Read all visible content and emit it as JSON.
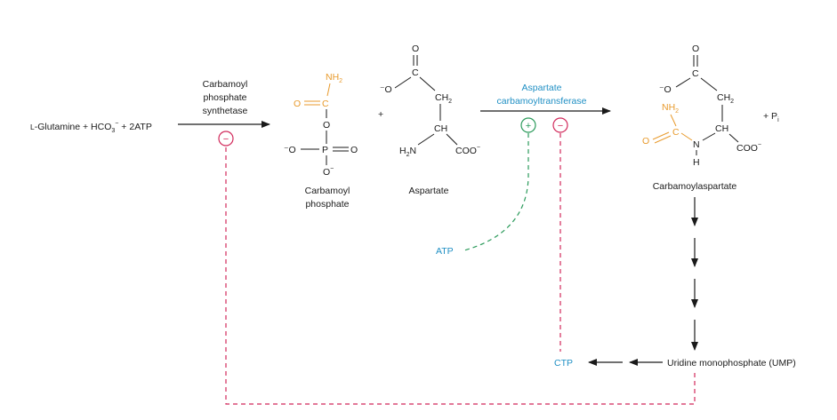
{
  "colors": {
    "text": "#1a1a1a",
    "carbamoyl": "#e89a2c",
    "enzyme": "#1f8fc4",
    "activate": "#2a9a5a",
    "inhibit": "#d1285a"
  },
  "reactants": {
    "glutamine_prefix": "L",
    "glutamine_rest": "-Glutamine + HCO",
    "hco3_sub": "3",
    "hco3_sup": "−",
    "atp_part": " + 2ATP"
  },
  "enzyme1": {
    "line1": "Carbamoyl",
    "line2": "phosphate",
    "line3": "synthetase"
  },
  "enzyme2": {
    "line1": "Aspartate",
    "line2": "carbamoyltransferase"
  },
  "carbamoyl_phosphate": {
    "label_line1": "Carbamoyl",
    "label_line2": "phosphate",
    "nh2": "NH",
    "nh2_sub": "2",
    "o_dbl": "O",
    "c": "C",
    "o_link": "O",
    "p": "P",
    "o_left": "⁻O",
    "o_right": "O",
    "o_bottom": "O",
    "o_bottom_sup": "−"
  },
  "plus_sign": "+",
  "aspartate": {
    "label": "Aspartate",
    "o_top": "O",
    "c_top": "C",
    "o_left": "⁻O",
    "ch2": "CH",
    "ch2_sub": "2",
    "ch": "CH",
    "h2n": "H",
    "h2n_sub": "2",
    "h2n_n": "N",
    "coo": "COO",
    "coo_sup": "−"
  },
  "carbamoylaspartate": {
    "label": "Carbamoylaspartate",
    "o_top": "O",
    "c_top": "C",
    "o_left": "⁻O",
    "ch2": "CH",
    "ch2_sub": "2",
    "nh2": "NH",
    "nh2_sub": "2",
    "o": "O",
    "c": "C",
    "n": "N",
    "h": "H",
    "ch": "CH",
    "coo": "COO",
    "coo_sup": "−"
  },
  "pi": {
    "prefix": "+ P",
    "sub": "i"
  },
  "regulators": {
    "plus_symbol": "+",
    "minus_symbol": "−",
    "atp": "ATP",
    "ctp": "CTP"
  },
  "ump": "Uridine monophosphate (UMP)"
}
